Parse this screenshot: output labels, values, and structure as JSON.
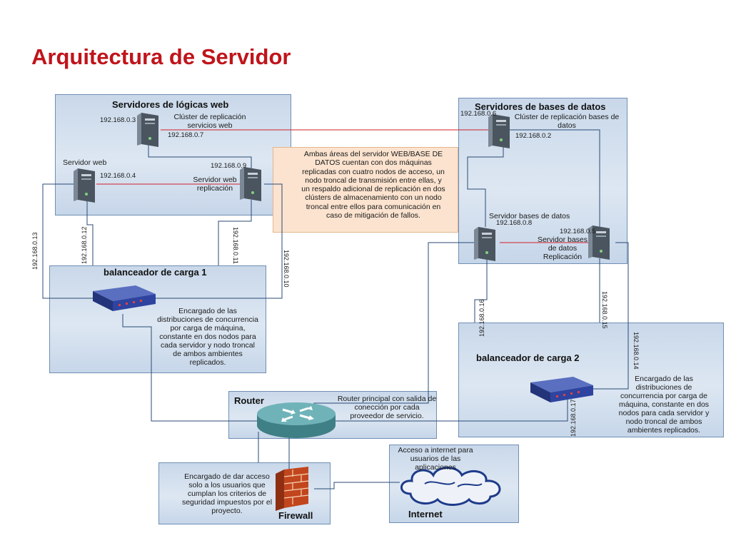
{
  "title": "Arquitectura de Servidor",
  "web_zone": {
    "title": "Servidores de lógicas web",
    "cluster_label": "Clúster de replicación servicios web",
    "ip_top_server": "192.168.0.3",
    "ip_top_server_2": "192.168.0.7",
    "web_server_label": "Servidor web",
    "web_server_ip": "192.168.0.4",
    "replica_ip": "192.168.0.9",
    "replica_label": "Servidor web replicación"
  },
  "db_zone": {
    "title": "Servidores de bases de datos",
    "cluster_label": "Clúster de replicación bases de datos",
    "ip_top_server": "192.168.0.6",
    "ip_top_server_2": "192.168.0.2",
    "db_server_label": "Servidor bases de datos",
    "db_server_ip": "192.168.0.8",
    "replica_ip": "192.168.0.5",
    "replica_label": "Servidor bases de datos Replicación"
  },
  "center_note": "Ambas áreas del servidor WEB/BASE DE DATOS cuentan con dos máquinas replicadas con cuatro nodos de acceso, un nodo troncal de transmisión entre ellas, y un respaldo adicional de replicación en dos clústers de almacenamiento con un nodo troncal entre ellos para comunicación en caso de mitigación de fallos.",
  "lb1": {
    "title": "balanceador de carga 1",
    "desc": "Encargado de las distribuciones de concurrencia por carga de máquina, constante en dos nodos para cada servidor y nodo troncal de ambos ambientes replicados."
  },
  "lb2": {
    "title": "balanceador de carga 2",
    "desc": "Encargado de las distribuciones de concurrencia por carga de máquina, constante en dos nodos para cada servidor y nodo troncal de ambos ambientes replicados."
  },
  "router": {
    "title": "Router",
    "desc": "Router principal con salida de conección por cada proveedor de servicio."
  },
  "firewall": {
    "title": "Firewall",
    "desc": "Encargado de dar acceso solo a los usuarios que cumplan los criterios de seguridad impuestos por el proyecto."
  },
  "internet": {
    "title": "Internet",
    "desc": "Acceso a internet para usuarios de las aplicaciones"
  },
  "link_ips": {
    "ip13": "192.168.0.13",
    "ip12": "192.168.0.12",
    "ip11": "192.168.0.11",
    "ip10": "192.168.0.10",
    "ip16": "192.168.0.16",
    "ip15": "192.168.0.15",
    "ip14": "192.168.0.14",
    "ip17": "192.168.0.17"
  },
  "colors": {
    "title": "#c0141b",
    "link_red": "#d0202a",
    "link_blue": "#2a4a75",
    "zone_border": "#6f8fb4"
  }
}
